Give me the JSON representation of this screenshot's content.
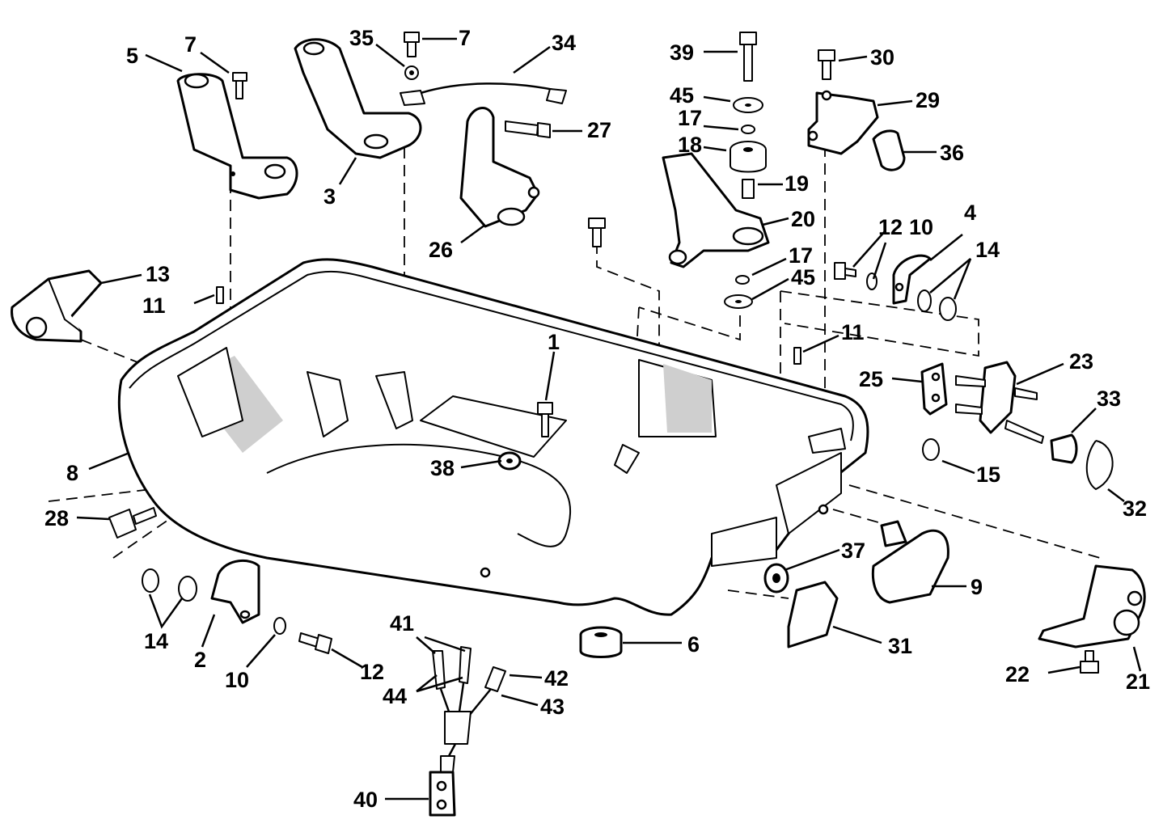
{
  "callouts": {
    "c1": "1",
    "c2": "2",
    "c3": "3",
    "c4": "4",
    "c5": "5",
    "c6": "6",
    "c7a": "7",
    "c7b": "7",
    "c8": "8",
    "c9": "9",
    "c10a": "10",
    "c10b": "10",
    "c11a": "11",
    "c11b": "11",
    "c12a": "12",
    "c12b": "12",
    "c13": "13",
    "c14a": "14",
    "c14b": "14",
    "c15": "15",
    "c17a": "17",
    "c17b": "17",
    "c18": "18",
    "c19": "19",
    "c20": "20",
    "c21": "21",
    "c22": "22",
    "c23": "23",
    "c25": "25",
    "c26": "26",
    "c27": "27",
    "c28": "28",
    "c29": "29",
    "c30": "30",
    "c31": "31",
    "c32": "32",
    "c33": "33",
    "c34": "34",
    "c35": "35",
    "c36": "36",
    "c37": "37",
    "c38": "38",
    "c39": "39",
    "c40": "40",
    "c41": "41",
    "c42": "42",
    "c43": "43",
    "c44": "44",
    "c45a": "45",
    "c45b": "45"
  }
}
